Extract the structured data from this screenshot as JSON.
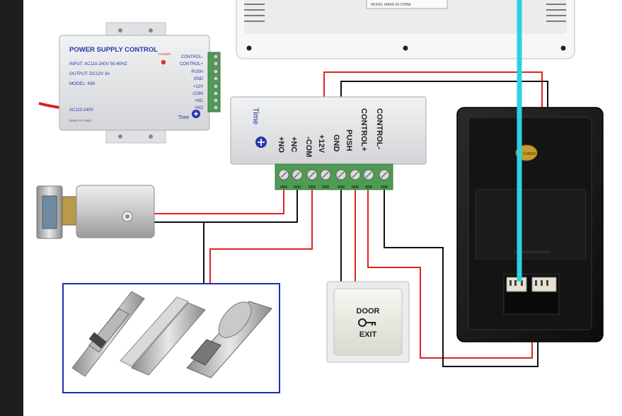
{
  "colors": {
    "wire_red": "#e02424",
    "wire_black": "#111111",
    "wire_cyan": "#29d3e6",
    "frame_blue": "#1b2fb0",
    "terminal_green": "#4f9a55",
    "psu_text_blue": "#2736a8"
  },
  "monitor": {
    "label_text": "MODEL  MADE IN CHINA"
  },
  "psu": {
    "title": "POWER SUPPLY CONTROL",
    "input": "INPUT: AC110-240V  50-60HZ",
    "output": "OUTPUT: DC12V  3A",
    "model": "MODEL: K80",
    "power_led_label": "POWER",
    "ac_label": "AC110-240V",
    "made_in": "MADE IN CHINA",
    "time_label": "Time",
    "terminals": [
      "CONTROL-",
      "CONTROL+",
      "PUSH",
      "GND",
      "+12V",
      "-COM",
      "+NC",
      "+NO"
    ]
  },
  "psu_large": {
    "time_label": "Time",
    "terminals": [
      "+NO",
      "+NC",
      "-COM",
      "+12V",
      "GND",
      "PUSH",
      "CONTROL+",
      "CONTROL-"
    ]
  },
  "outdoor_unit": {
    "badge": "ES CUBOD"
  },
  "exit_button": {
    "line1": "DOOR",
    "line2": "EXIT"
  },
  "icons": {
    "time_knob": "time-knob-icon",
    "key": "key-icon"
  }
}
